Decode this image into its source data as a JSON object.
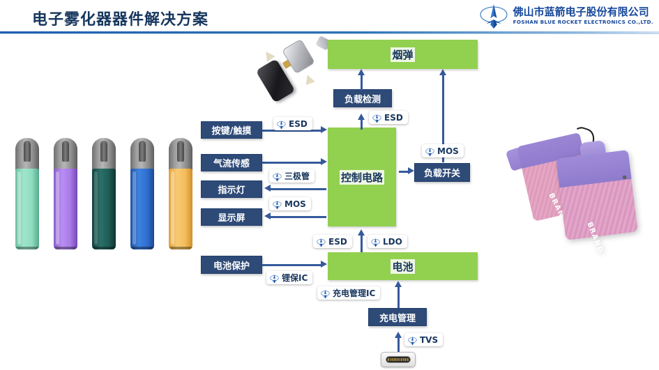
{
  "header": {
    "title": "电子雾化器器件解决方案",
    "logo_cn": "佛山市蓝箭电子股份有限公司",
    "logo_en": "FOSHAN BLUE ROCKET ELECTRONICS CO.,LTD.",
    "accent_color": "#1F5FAE",
    "title_color": "#17365D"
  },
  "diagram": {
    "green_color": "#92D050",
    "navy_color": "#2E4A77",
    "arrow_color": "#35599B",
    "blocks": {
      "cartridge": "烟弹",
      "control_circuit": "控制电路",
      "battery": "电池"
    },
    "nodes": {
      "load_detect": "负载检测",
      "load_switch": "负载开关",
      "key_touch": "按键/触摸",
      "airflow_sensor": "气流传感",
      "indicator_light": "指示灯",
      "display_screen": "显示屏",
      "battery_protect": "电池保护",
      "charge_manage": "充电管理"
    },
    "tags": {
      "esd_top": "ESD",
      "esd_key": "ESD",
      "esd_batt": "ESD",
      "ldo": "LDO",
      "mos_switch": "MOS",
      "mos_display": "MOS",
      "triode": "三极管",
      "li_protect_ic": "锂保IC",
      "charge_ic": "充电管理IC",
      "tvs": "TVS"
    }
  },
  "products": {
    "pods": [
      {
        "name": "pod-mint",
        "color": "#8FDDC0"
      },
      {
        "name": "pod-purple",
        "color": "#A97BE8"
      },
      {
        "name": "pod-teal",
        "color": "#1F5E56"
      },
      {
        "name": "pod-blue",
        "color": "#2F6FD0"
      },
      {
        "name": "pod-amber",
        "color": "#F1B košt"
      }
    ],
    "right_device_brand": "BRAND",
    "connector": "usb-c-connector"
  }
}
